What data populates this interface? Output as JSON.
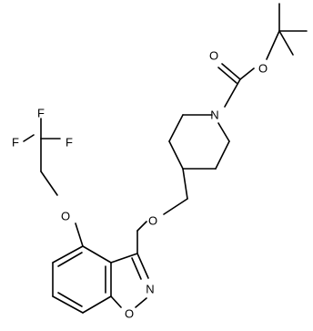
{
  "molecule": {
    "atoms": [
      {
        "id": "O_carbonyl",
        "label": "O"
      },
      {
        "id": "O_ester",
        "label": "O"
      },
      {
        "id": "N_pip",
        "label": "N"
      },
      {
        "id": "F1",
        "label": "F"
      },
      {
        "id": "F2",
        "label": "F"
      },
      {
        "id": "F3",
        "label": "F"
      },
      {
        "id": "O_ether_trifluoro",
        "label": "O"
      },
      {
        "id": "O_ether_methoxy",
        "label": "O"
      },
      {
        "id": "N_isox",
        "label": "N"
      },
      {
        "id": "O_isox",
        "label": "O"
      }
    ]
  },
  "colors": {
    "bond": "#000000",
    "label": "#000000",
    "background": "#ffffff"
  }
}
